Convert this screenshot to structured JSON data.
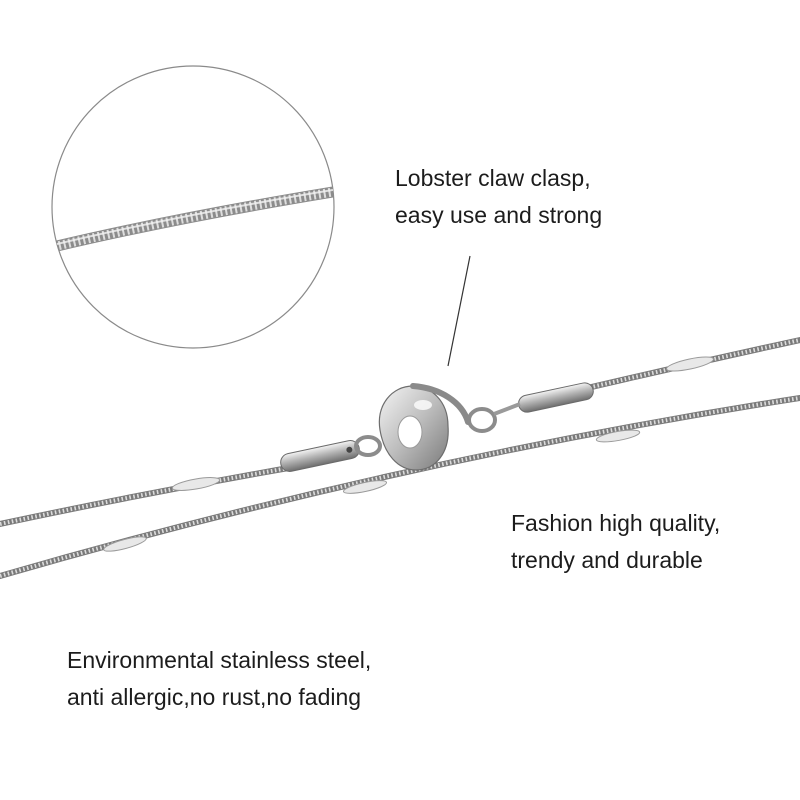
{
  "captions": {
    "clasp": {
      "line1": "Lobster claw clasp,",
      "line2": "easy use and strong"
    },
    "quality": {
      "line1": "Fashion high quality,",
      "line2": "trendy and durable"
    },
    "steel": {
      "line1": "Environmental stainless steel,",
      "line2": "anti allergic,no rust,no fading"
    }
  },
  "colors": {
    "background": "#ffffff",
    "text": "#1c1c1c",
    "metal": "#9c9c9c",
    "circle": "#8a8a8a"
  }
}
